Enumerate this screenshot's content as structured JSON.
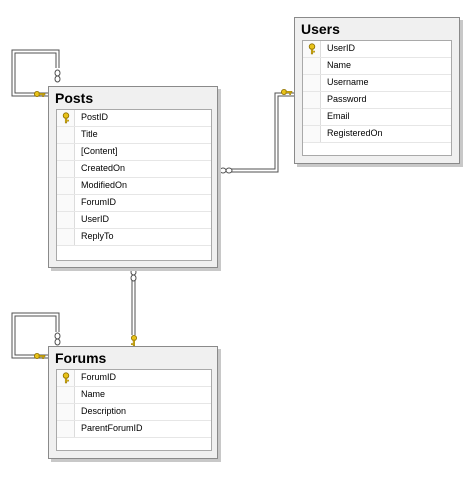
{
  "tables": {
    "posts": {
      "title": "Posts",
      "columns": [
        "PostID",
        "Title",
        "[Content]",
        "CreatedOn",
        "ModifiedOn",
        "ForumID",
        "UserID",
        "ReplyTo"
      ],
      "primary_key": "PostID"
    },
    "users": {
      "title": "Users",
      "columns": [
        "UserID",
        "Name",
        "Username",
        "Password",
        "Email",
        "RegisteredOn"
      ],
      "primary_key": "UserID"
    },
    "forums": {
      "title": "Forums",
      "columns": [
        "ForumID",
        "Name",
        "Description",
        "ParentForumID"
      ],
      "primary_key": "ForumID"
    }
  },
  "relationships": [
    {
      "from": "Posts",
      "to": "Users",
      "type": "many-to-one"
    },
    {
      "from": "Posts",
      "to": "Posts",
      "type": "self-reference"
    },
    {
      "from": "Posts",
      "to": "Forums",
      "type": "many-to-one"
    },
    {
      "from": "Forums",
      "to": "Forums",
      "type": "self-reference"
    }
  ],
  "colors": {
    "key": "#e8c21a",
    "line": "#505050",
    "table_border": "#8a8a8a",
    "table_bg": "#f0f0f0"
  }
}
